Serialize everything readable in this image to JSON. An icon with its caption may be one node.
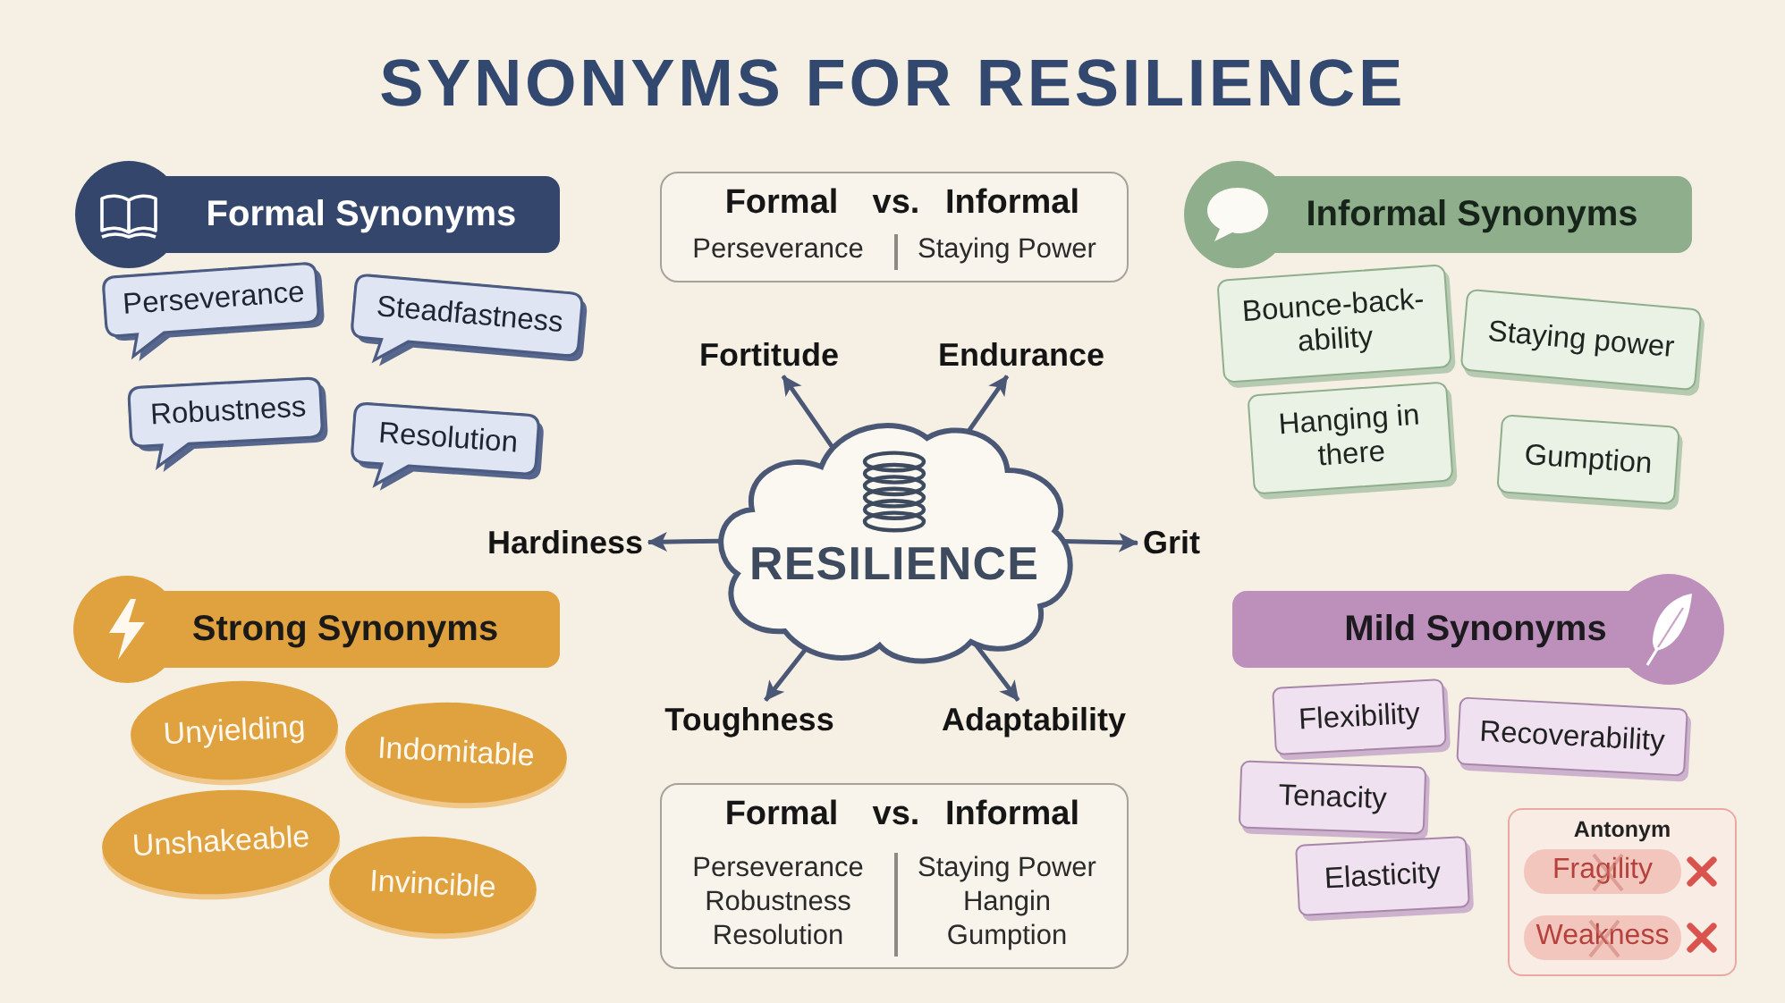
{
  "diagram": {
    "title": "SYNONYMS FOR RESILIENCE",
    "nodes": [
      {
        "text": [
          "Formal Synonyms"
        ]
      },
      {
        "text": [
          "Perseverance"
        ]
      },
      {
        "text": [
          "Steadfastness"
        ]
      },
      {
        "text": [
          "Robustness"
        ]
      },
      {
        "text": [
          "Resolution"
        ]
      },
      {
        "text": [
          "Formal",
          "vs.",
          "Informal",
          "Perseverance",
          "Staying Power"
        ]
      },
      {
        "text": [
          "Informal Synonyms"
        ]
      },
      {
        "text": [
          "Bounce-back-ability"
        ]
      },
      {
        "text": [
          "Staying power"
        ]
      },
      {
        "text": [
          "Hanging in there"
        ]
      },
      {
        "text": [
          "Gumption"
        ]
      },
      {
        "text": [
          "Fortitude"
        ]
      },
      {
        "text": [
          "Endurance"
        ]
      },
      {
        "text": [
          "RESILIENCE"
        ]
      },
      {
        "text": [
          "Hardiness"
        ]
      },
      {
        "text": [
          "Grit"
        ]
      },
      {
        "text": [
          "Toughness"
        ]
      },
      {
        "text": [
          "Adaptability"
        ]
      },
      {
        "text": [
          "Strong Synonyms"
        ]
      },
      {
        "text": [
          "Unyielding"
        ]
      },
      {
        "text": [
          "Indomitable"
        ]
      },
      {
        "text": [
          "Unshakeable"
        ]
      },
      {
        "text": [
          "Invincible"
        ]
      },
      {
        "text": [
          "Formal",
          "vs.",
          "Informal",
          "Perseverance",
          "Staying Power",
          "Robustness",
          "Hangin",
          "Resolution",
          "Gumption"
        ]
      },
      {
        "text": [
          "Mild Synonyms"
        ]
      },
      {
        "text": [
          "Flexibility"
        ]
      },
      {
        "text": [
          "Recoverability"
        ]
      },
      {
        "text": [
          "Tenacity"
        ]
      },
      {
        "text": [
          "Elasticity"
        ]
      },
      {
        "text": [
          "Antonym"
        ]
      },
      {
        "text": [
          "Fragility"
        ],
        "in": 29
      },
      {
        "text": [
          "Weakness"
        ],
        "in": 29
      }
    ],
    "edges": [
      {
        "from": 13,
        "to": 11,
        "arrow": "to"
      },
      {
        "from": 13,
        "to": 12,
        "arrow": "to"
      },
      {
        "from": 13,
        "to": 14,
        "arrow": "to"
      },
      {
        "from": 13,
        "to": 15,
        "arrow": "to"
      },
      {
        "from": 13,
        "to": 16,
        "arrow": "to"
      },
      {
        "from": 13,
        "to": 17,
        "arrow": "to"
      }
    ]
  }
}
